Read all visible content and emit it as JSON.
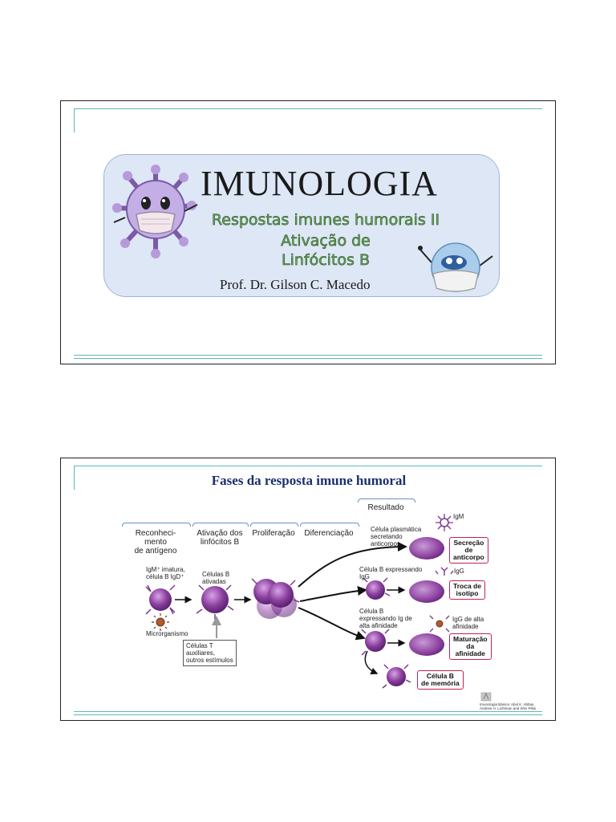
{
  "slide1": {
    "title": "IMUNOLOGIA",
    "subtitle_line1": "Respostas imunes humorais II",
    "subtitle_line2": "Ativação de",
    "subtitle_line3": "Linfócitos B",
    "author": "Prof. Dr. Gilson C. Macedo",
    "colors": {
      "banner_bg": "#dde7f6",
      "subtitle_green": "#6aa35a",
      "frame_teal": "#5fb7b8"
    }
  },
  "slide2": {
    "title": "Fases da resposta imune humoral",
    "result_header": "Resultado",
    "phases": [
      "Reconheci-\nmento\nde antígeno",
      "Ativação dos\nlinfócitos B",
      "Proliferação",
      "Diferenciação"
    ],
    "labels": {
      "immature": "IgM⁺ imatura,\ncélula B IgD⁺",
      "activated": "Células B\nativadas",
      "microorganism": "Microrganismo",
      "helpers": "Células T\nauxiliares,\noutros estímulos",
      "plasma": "Célula plasmática\nsecretando\nanticorpos",
      "igg_cell": "Célula B expressando\nIgG",
      "affinity_cell": "Célula B\nexpressando Ig de\nalta afinidade",
      "igm": "IgM",
      "igg": "IgG",
      "igg_high": "IgG de alta\nafinidade"
    },
    "outcomes": [
      "Secreção\nde\nanticorpo",
      "Troca de\nisotipo",
      "Maturação\nda\nafinidade",
      "Célula B\nde memória"
    ],
    "credit": "Imunologia Básica: Abul K. Abbas,\nAndrew H. Lichtman and Shiv Pillai",
    "colors": {
      "title_navy": "#1b2f6e",
      "cell_purple": "#8a3f9e",
      "outcome_border": "#c0244a"
    }
  }
}
